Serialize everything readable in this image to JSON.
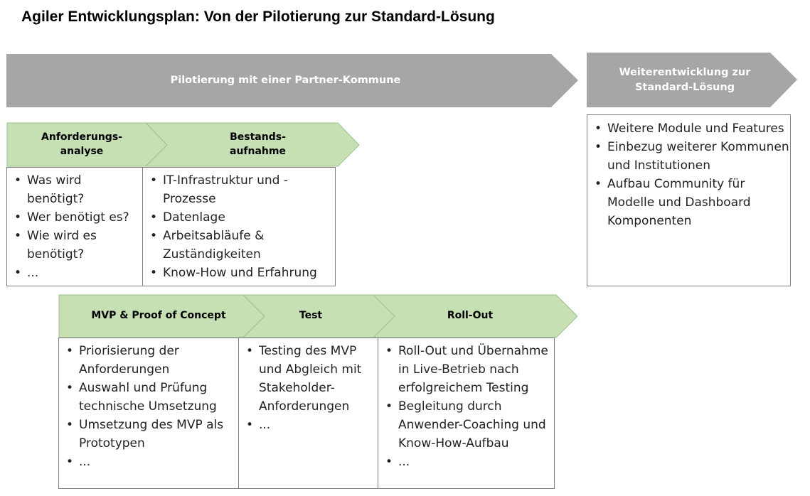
{
  "title": "Agiler Entwicklungsplan: Von der Pilotierung zur Standard-Lösung",
  "phases": {
    "pilot": {
      "label": "Pilotierung mit einer Partner-Kommune"
    },
    "standard": {
      "label_line1": "Weiterentwicklung zur",
      "label_line2": "Standard-Lösung"
    }
  },
  "colors": {
    "gray_arrow": "#a6a6a6",
    "green_arrow": "#c6e0b4",
    "box_border": "#7f7f7f"
  },
  "steps": {
    "anforderung": {
      "line1": "Anforderungs-",
      "line2": "analyse",
      "items": [
        "Was wird benötigt?",
        "Wer benötigt es?",
        "Wie wird es benötigt?",
        "..."
      ]
    },
    "bestand": {
      "line1": "Bestands-",
      "line2": "aufnahme",
      "items": [
        "IT-Infrastruktur und -Prozesse",
        "Datenlage",
        "Arbeitsabläufe & Zuständigkeiten",
        "Know-How und Erfahrung"
      ]
    },
    "mvp": {
      "label": "MVP & Proof of Concept",
      "items": [
        "Priorisierung der Anforderungen",
        "Auswahl und Prüfung technische Umsetzung",
        "Umsetzung des MVP als Prototypen",
        "..."
      ]
    },
    "test": {
      "label": "Test",
      "items": [
        "Testing des MVP und Abgleich mit Stakeholder-Anforderungen",
        "..."
      ]
    },
    "rollout": {
      "label": "Roll-Out",
      "items": [
        "Roll-Out und Übernahme in Live-Betrieb nach erfolgreichem Testing",
        "Begleitung durch Anwender-Coaching und Know-How-Aufbau",
        "..."
      ]
    },
    "standard": {
      "items": [
        "Weitere Module und Features",
        "Einbezug weiterer Kommunen und Institutionen",
        "Aufbau Community für Modelle und Dashboard Komponenten"
      ]
    }
  }
}
